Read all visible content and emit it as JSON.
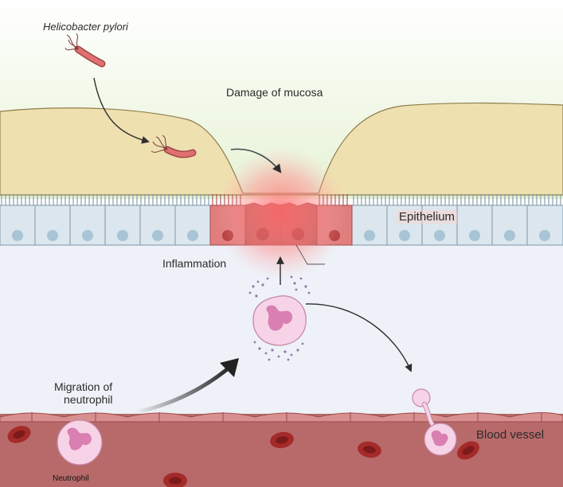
{
  "labels": {
    "bacterium": "Helicobacter pylori",
    "damage": "Damage of mucosa",
    "epithelium": "Epithelium",
    "inflammation": "Inflammation",
    "migration_line1": "Migration of",
    "migration_line2": "neutrophil",
    "blood_vessel": "Blood vessel",
    "neutrophil": "Neutrophil"
  },
  "colors": {
    "mucus": "#efe0b0",
    "epithelium_healthy": "#dbe6ee",
    "epithelium_inflamed": "#e07e7e",
    "vessel": "#b86a6a",
    "neutrophil": "#f7d3e7",
    "inflammation_glow": "#ff8a8a"
  },
  "icons": {
    "pathogen": "bacterium-icon",
    "immune_cell": "neutrophil-icon",
    "blood": "red-blood-cell-icon"
  }
}
